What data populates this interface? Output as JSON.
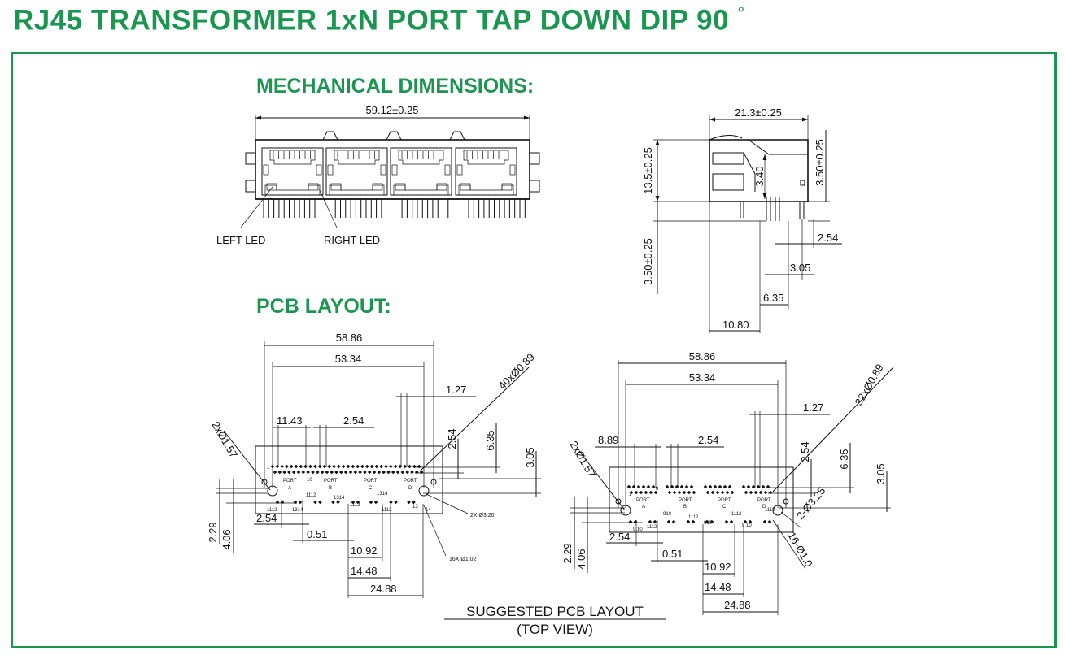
{
  "page": {
    "title": "RJ45 TRANSFORMER 1xN PORT TAP DOWN DIP 90",
    "degree_symbol": "°"
  },
  "colors": {
    "accent": "#1a9650",
    "line": "#111111"
  },
  "sections": {
    "mechanical": "MECHANICAL DIMENSIONS:",
    "pcb": "PCB LAYOUT:"
  },
  "front_view": {
    "width_dim": "59.12±0.25",
    "left_led": "LEFT LED",
    "right_led": "RIGHT LED"
  },
  "side_view": {
    "depth_dim": "21.3±0.25",
    "height_dim": "13.5±0.25",
    "top_dim": "3.50±0.25",
    "latch_dim": "3.40",
    "pin_length_dim": "3.50±0.25",
    "d1": "2.54",
    "d2": "3.05",
    "d3": "6.35",
    "d4": "10.80"
  },
  "pcb_left": {
    "d_overall": "58.86",
    "d_holes": "53.34",
    "d_pitch_x": "1.27",
    "d_pin_count": "40xØ0.89",
    "d_port": "11.43",
    "d_led": "2.54",
    "d_row1": "2.54",
    "d_row2": "6.35",
    "d_row3": "3.05",
    "d_mount": "2xØ1.57",
    "d_mount_hole": "2X Ø3.20",
    "d_led_hole": "16X Ø1.02",
    "d_left_1": "2.29",
    "d_left_2": "4.06",
    "d_bottom_1": "2.54",
    "d_bottom_2": "0.51",
    "d_bottom_3": "10.92",
    "d_bottom_4": "14.48",
    "d_bottom_5": "24.88",
    "pin_labels": [
      "1",
      "10",
      "1112",
      "1314",
      "1314",
      "1112",
      "1314",
      "1112",
      "13",
      "14"
    ],
    "ports": [
      "PORT",
      "A",
      "PORT",
      "B",
      "PORT",
      "C",
      "PORT",
      "D"
    ]
  },
  "pcb_right": {
    "d_overall": "58.86",
    "d_holes": "53.34",
    "d_pitch_x": "1.27",
    "d_pin_count": "32xØ0.89",
    "d_port": "8.89",
    "d_led": "2.54",
    "d_row1": "2.54",
    "d_row2": "6.35",
    "d_row3": "3.05",
    "d_mount": "2xØ1.57",
    "d_mount_hole": "2-Ø3.25",
    "d_led_hole": "16-Ø1.0",
    "d_left_1": "2.29",
    "d_left_2": "4.06",
    "d_bottom_1": "2.54",
    "d_bottom_2": "0.51",
    "d_bottom_3": "10.92",
    "d_bottom_4": "14.48",
    "d_bottom_5": "24.88",
    "pin_labels": [
      "1",
      "8",
      "9 10",
      "910",
      "1112",
      "1112",
      "910",
      "1112",
      "9 10",
      "1112",
      "910"
    ],
    "ports": [
      "PORT",
      "A",
      "PORT",
      "B",
      "PORT",
      "C",
      "PORT",
      "D"
    ]
  },
  "caption": {
    "line1": "SUGGESTED PCB LAYOUT",
    "line2": "(TOP VIEW)"
  }
}
